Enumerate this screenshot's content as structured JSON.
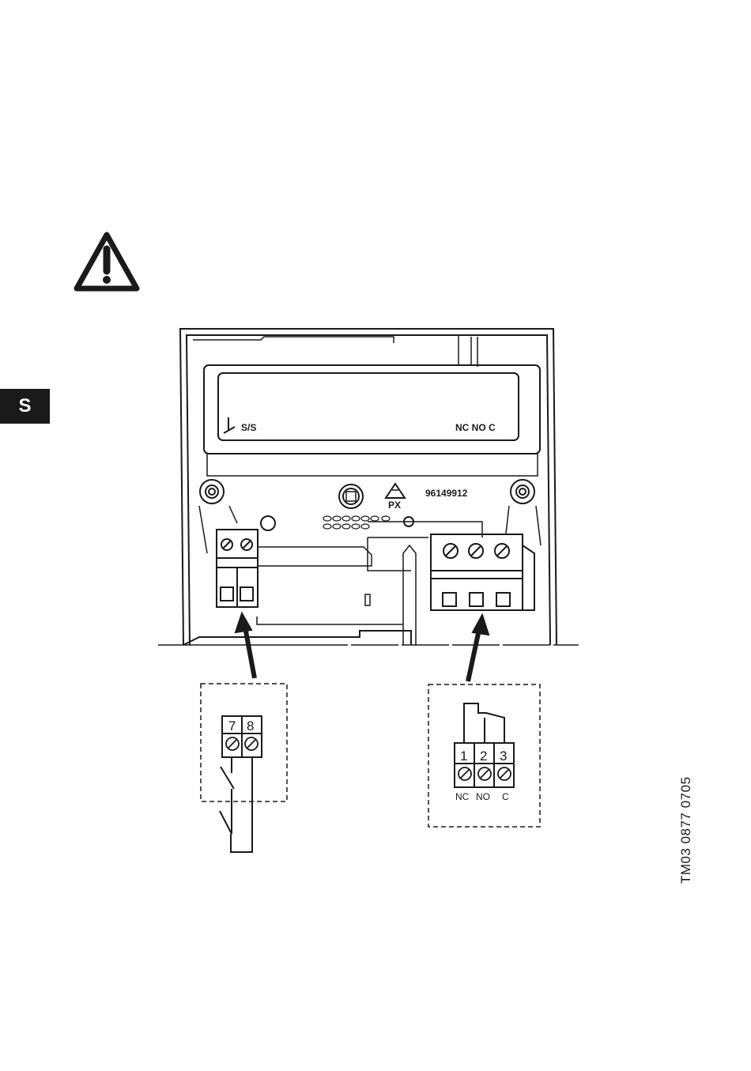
{
  "side_tab": {
    "label": "S"
  },
  "figure_code": "TM03 0877 0705",
  "icons": {
    "warning": "warning-triangle-icon",
    "recycle": "recycling-triangle-icon"
  },
  "colors": {
    "ink": "#1a1a1a",
    "background": "#ffffff"
  },
  "device": {
    "left_terminal_label": "S/S",
    "right_terminal_label": "NC NO C",
    "part_number": "96149912",
    "material_mark": "PX"
  },
  "left_connector": {
    "terminals": [
      "7",
      "8"
    ]
  },
  "right_connector": {
    "terminals": [
      "1",
      "2",
      "3"
    ],
    "labels": [
      "NC",
      "NO",
      "C"
    ]
  }
}
